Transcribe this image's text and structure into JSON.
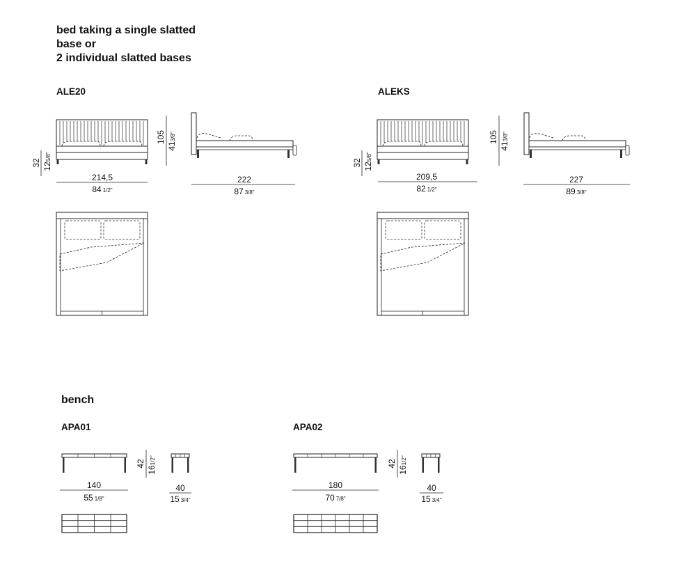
{
  "heading": {
    "lines": [
      "bed taking a single slatted",
      "base or",
      "2 individual slatted bases"
    ]
  },
  "beds": [
    {
      "model": "ALE20",
      "height_leg_cm": "32",
      "height_leg_in": "12",
      "height_leg_in_frac": "5/8\"",
      "height_cm": "105",
      "height_in": "41",
      "height_in_frac": "3/8\"",
      "width_cm": "214,5",
      "width_in": "84",
      "width_in_frac": "1/2\"",
      "length_cm": "222",
      "length_in": "87",
      "length_in_frac": "3/8\""
    },
    {
      "model": "ALEKS",
      "height_leg_cm": "32",
      "height_leg_in": "12",
      "height_leg_in_frac": "5/8\"",
      "height_cm": "105",
      "height_in": "41",
      "height_in_frac": "3/8\"",
      "width_cm": "209,5",
      "width_in": "82",
      "width_in_frac": "1/2\"",
      "length_cm": "227",
      "length_in": "89",
      "length_in_frac": "3/8\""
    }
  ],
  "bench": {
    "title": "bench",
    "items": [
      {
        "model": "APA01",
        "length_cm": "140",
        "length_in": "55",
        "length_in_frac": "1/8\"",
        "height_cm": "42",
        "height_in": "16",
        "height_in_frac": "1/2\"",
        "depth_cm": "40",
        "depth_in": "15",
        "depth_in_frac": "3/4\""
      },
      {
        "model": "APA02",
        "length_cm": "180",
        "length_in": "70",
        "length_in_frac": "7/8\"",
        "height_cm": "42",
        "height_in": "16",
        "height_in_frac": "1/2\"",
        "depth_cm": "40",
        "depth_in": "15",
        "depth_in_frac": "3/4\""
      }
    ]
  }
}
